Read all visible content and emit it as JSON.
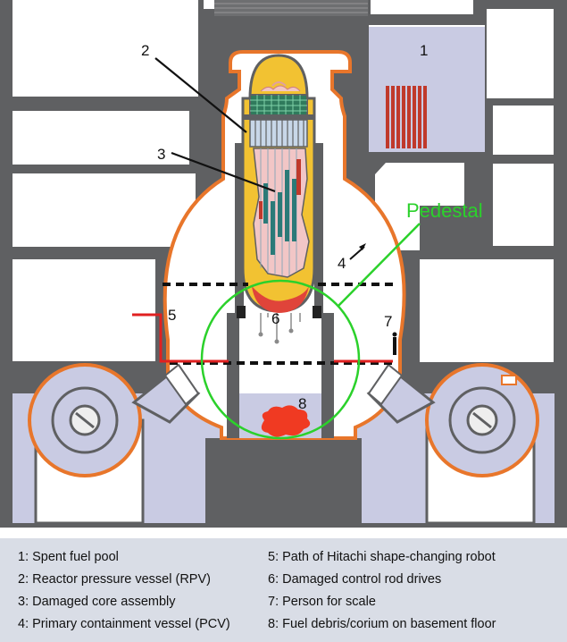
{
  "labels": {
    "n1": "1",
    "n2": "2",
    "n3": "3",
    "n4": "4",
    "n5": "5",
    "n6": "6",
    "n7": "7",
    "n8": "8",
    "pedestal": "Pedestal"
  },
  "legend": {
    "items": [
      "1: Spent fuel pool",
      "2: Reactor pressure vessel (RPV)",
      "3: Damaged core assembly",
      "4: Primary containment vessel (PCV)",
      "5: Path of Hitachi shape-changing robot",
      "6: Damaged control rod drives",
      "7: Person for scale",
      "8: Fuel debris/corium on basement floor"
    ]
  },
  "colors": {
    "building": "#5f6062",
    "water": "#c9cbe3",
    "containment": "#e8762b",
    "vessel": "#f2c232",
    "core": "#f2c6c6",
    "rods": "#2b7a78",
    "corium": "#f03a22",
    "robot_path": "#e02020",
    "pedestal_circle": "#2bd12b",
    "legend_bg": "#d9dde6"
  }
}
